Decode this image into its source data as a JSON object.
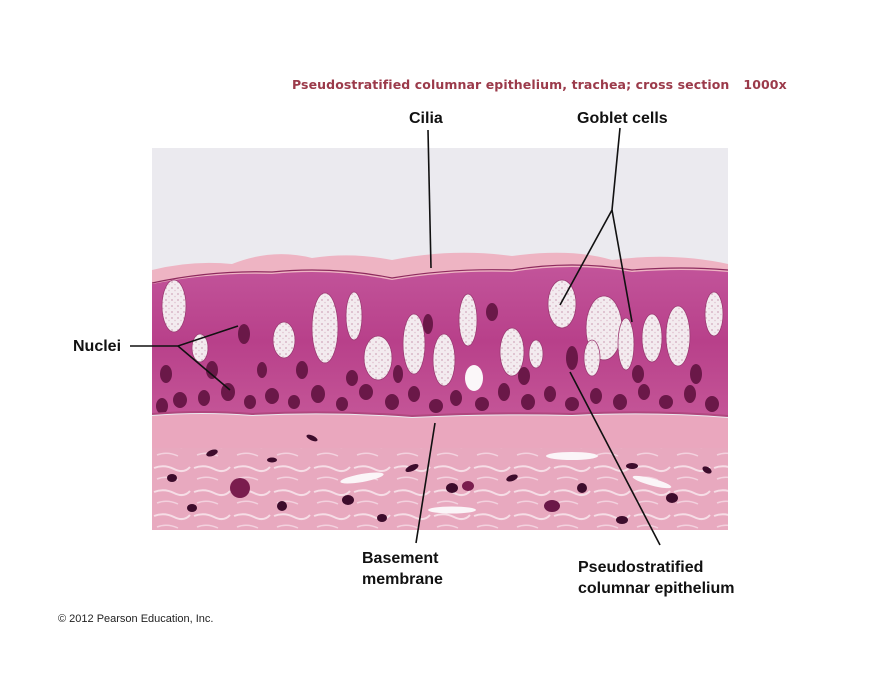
{
  "figure": {
    "title": "Pseudostratified columnar epithelium, trachea; cross section",
    "magnification": "1000x",
    "copyright": "© 2012 Pearson Education, Inc."
  },
  "labels": {
    "cilia": "Cilia",
    "goblet_cells": "Goblet cells",
    "nuclei": "Nuclei",
    "basement_line1": "Basement",
    "basement_line2": "membrane",
    "epithelium_line1": "Pseudostratified",
    "epithelium_line2": "columnar epithelium"
  },
  "colors": {
    "title": "#9b3a4a",
    "background_lumen": "#ecebf0",
    "cilia": "#eeb5c4",
    "epithelium": "#c24b8f",
    "goblet": "#f1e6ec",
    "nucleus": "#6a1848",
    "connective": "#e7a6bd",
    "leader": "#111111"
  }
}
